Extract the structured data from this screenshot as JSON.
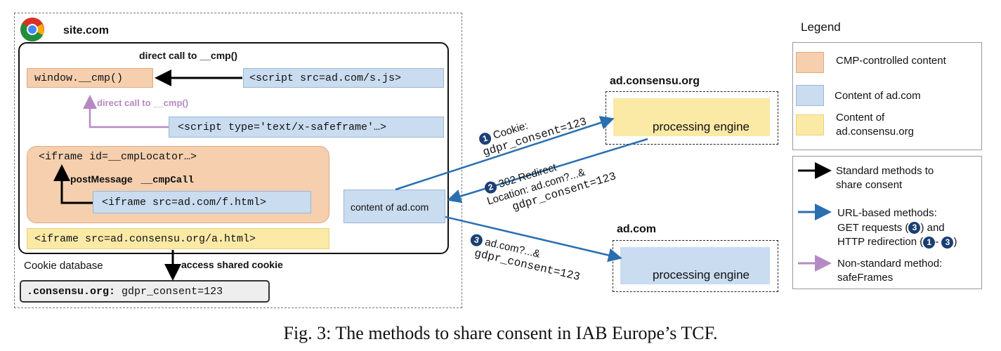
{
  "site": {
    "title": "site.com",
    "direct_call_top": "direct call to __cmp()",
    "window_cmp": "window.__cmp()",
    "script_ad": "<script src=ad.com/s.js>",
    "direct_call_purple": "direct call to __cmp()",
    "script_safeframe": "<script type='text/x-safeframe'…>",
    "iframe_locator": "<iframe id=__cmpLocator…>",
    "postmessage_label": "postMessage",
    "postmessage_call": "__cmpCall",
    "iframe_ad": "<iframe src=ad.com/f.html>",
    "iframe_consensu": "<iframe src=ad.consensu.org/a.html>",
    "content_of_ad": "content of ad.com",
    "cookie_db_label": "Cookie database",
    "access_cookie": "access shared cookie",
    "cookie_value_key": ".consensu.org:",
    "cookie_value_val": "gdpr_consent=123"
  },
  "servers": {
    "consensu_title": "ad.consensu.org",
    "consensu_engine": "processing engine",
    "adcom_title": "ad.com",
    "adcom_engine": "processing engine"
  },
  "arrows": {
    "a1_num": "1",
    "a1_line1": "Cookie:",
    "a1_line2": "gdpr_consent=123",
    "a2_num": "2",
    "a2_line1": "302 Redirect",
    "a2_line2": "Location: ad.com?...&",
    "a2_line3": "gdpr_consent=123",
    "a3_num": "3",
    "a3_line1": "ad.com?...&",
    "a3_line2": "gdpr_consent=123"
  },
  "legend": {
    "title": "Legend",
    "cmp_controlled": "CMP-controlled content",
    "content_ad": "Content of ad.com",
    "content_consensu": "Content of ad.consensu.org",
    "standard": "Standard methods to share consent",
    "url_based_1": "URL-based methods:",
    "url_based_2a": "GET requests (",
    "url_based_2b": ") and",
    "url_based_3a": "HTTP redirection (",
    "url_based_3b": "- ",
    "url_based_3c": ")",
    "url_num_3": "3",
    "url_num_1": "1",
    "non_standard": "Non-standard method: safeFrames",
    "colors": {
      "orange": "#f5cfae",
      "blue": "#c9dcf0",
      "yellow": "#fbe9a6",
      "arrow_black": "#000000",
      "arrow_blue": "#2a6fb0",
      "arrow_purple": "#b58ac4"
    }
  },
  "caption": "Fig. 3: The methods to share consent in IAB Europe’s TCF."
}
